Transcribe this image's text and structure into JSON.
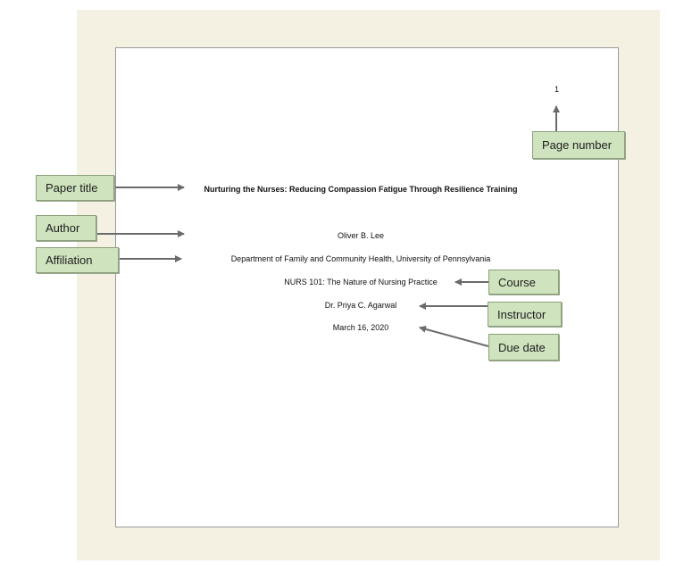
{
  "page": {
    "page_number": "1",
    "title": "Nurturing the Nurses: Reducing Compassion Fatigue Through Resilience Training",
    "author": "Oliver B. Lee",
    "affiliation": "Department of Family and Community Health, University of Pennsylvania",
    "course": "NURS 101: The Nature of Nursing Practice",
    "instructor": "Dr. Priya C. Agarwal",
    "due_date": "March 16, 2020"
  },
  "callouts": {
    "page_number": "Page number",
    "paper_title": "Paper title",
    "author": "Author",
    "affiliation": "Affiliation",
    "course": "Course",
    "instructor": "Instructor",
    "due_date": "Due date"
  },
  "colors": {
    "backdrop": "#f4f1e3",
    "callout_fill": "#cfe3be",
    "arrow": "#6b6b6b"
  }
}
